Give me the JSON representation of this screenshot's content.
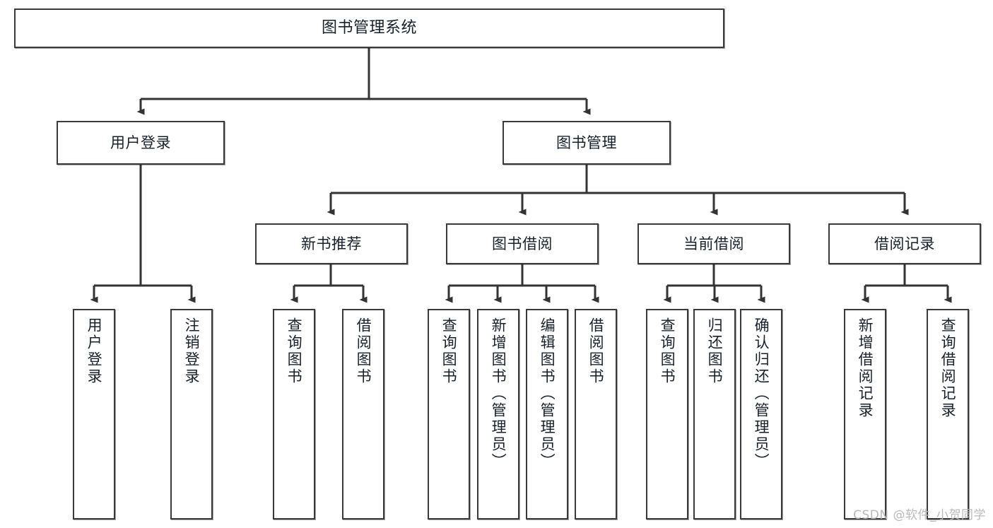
{
  "diagram": {
    "title": "图书管理系统",
    "type": "tree",
    "colors": {
      "box_border": "#3a3a3a",
      "box_fill": "#ffffff",
      "text": "#18202b",
      "connector": "#333333",
      "watermark": "#b9b9b9"
    },
    "root": {
      "label": "图书管理系统"
    },
    "level2": [
      {
        "label": "用户登录"
      },
      {
        "label": "图书管理"
      }
    ],
    "level3": [
      {
        "label": "新书推荐"
      },
      {
        "label": "图书借阅"
      },
      {
        "label": "当前借阅"
      },
      {
        "label": "借阅记录"
      }
    ],
    "leaves": {
      "user_login": [
        {
          "label": "用户登录"
        },
        {
          "label": "注销登录"
        }
      ],
      "new_book": [
        {
          "label": "查询图书"
        },
        {
          "label": "借阅图书"
        }
      ],
      "book_borrow": [
        {
          "label": "查询图书"
        },
        {
          "label": "新增图书（管理员）"
        },
        {
          "label": "编辑图书（管理员）"
        },
        {
          "label": "借阅图书"
        }
      ],
      "current_borrow": [
        {
          "label": "查询图书"
        },
        {
          "label": "归还图书"
        },
        {
          "label": "确认归还（管理员）"
        }
      ],
      "borrow_record": [
        {
          "label": "新增借阅记录"
        },
        {
          "label": "查询借阅记录"
        }
      ]
    }
  },
  "watermark": {
    "text": "CSDN @软件_小贺同学"
  }
}
